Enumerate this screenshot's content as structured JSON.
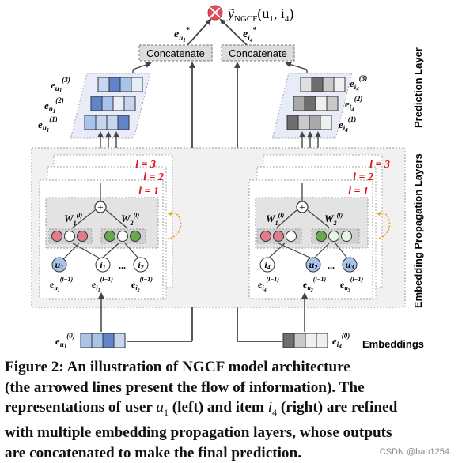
{
  "diagram": {
    "prediction_label": "ỹ",
    "prediction_sub": "NGCF",
    "prediction_args": "(u",
    "prediction_args_sub1": "1",
    "prediction_args_mid": ", i",
    "prediction_args_sub2": "4",
    "prediction_args_end": ")",
    "concat_left": "Concatenate",
    "concat_right": "Concatenate",
    "e_star_user": "e",
    "e_star_user_sub": "u",
    "e_star_user_subsub": "1",
    "e_star_item": "e",
    "e_star_item_sub": "i",
    "e_star_item_subsub": "4",
    "layer_labels": [
      "l = 3",
      "l = 2",
      "l = 1"
    ],
    "user_layer_emb_labels": [
      "(3)",
      "(2)",
      "(1)"
    ],
    "item_layer_emb_labels": [
      "(3)",
      "(2)",
      "(1)"
    ],
    "weight_label_1": "W",
    "weight_label_1_sub": "1",
    "weight_label_2": "W",
    "weight_label_2_sub": "2",
    "weight_sup": "(l)",
    "plus_symbol": "+",
    "user_side_nodes": [
      "u",
      "i",
      "i"
    ],
    "user_side_node_subs": [
      "1",
      "1",
      "2"
    ],
    "item_side_nodes": [
      "i",
      "u",
      "u"
    ],
    "item_side_node_subs": [
      "4",
      "2",
      "3"
    ],
    "ellipsis": "...",
    "neighbor_sup": "(l−1)",
    "user_bottom_emb_labels": [
      [
        "u",
        "1"
      ],
      [
        "i",
        "1"
      ],
      [
        "i",
        "2"
      ]
    ],
    "item_bottom_emb_labels": [
      [
        "i",
        "4"
      ],
      [
        "u",
        "2"
      ],
      [
        "u",
        "3"
      ]
    ],
    "input_sup": "(0)",
    "side_label_prediction": "Prediction Layer",
    "side_label_propagation": "Embedding Propagation Layers",
    "side_label_embeddings": "Embeddings",
    "colors": {
      "user_blue": "#a8c4ea",
      "user_blue_dark": "#5f84c9",
      "item_gray": "#a9a9a9",
      "item_gray_dark": "#6e6e6e",
      "red_label": "#e0111b",
      "pink_node": "#e07c8b",
      "green_node": "#6aa84f",
      "wave_orange": "#e8a20b",
      "x_circle": "#e24a5e"
    }
  },
  "caption": {
    "line1": "Figure 2: An illustration of NGCF model architecture",
    "line2": "(the arrowed lines present the flow of information). The",
    "line3a": "representations of user ",
    "line3_u": "u",
    "line3_u_sub": "1",
    "line3b": " (left) and item ",
    "line3_i": "i",
    "line3_i_sub": "4",
    "line3c": " (right) are refined",
    "line4": "with multiple embedding propagation layers, whose outputs",
    "line5": "are concatenated to make the final prediction."
  },
  "watermark": "CSDN @han1254"
}
